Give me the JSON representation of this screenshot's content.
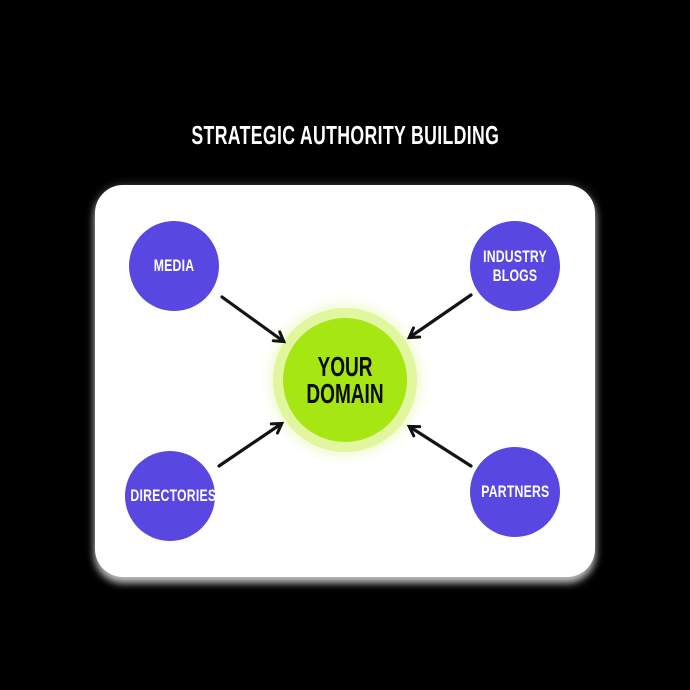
{
  "title": "STRATEGIC AUTHORITY BUILDING",
  "diagram": {
    "center_node": {
      "id": "your-domain",
      "label": "YOUR DOMAIN"
    },
    "nodes": [
      {
        "id": "media",
        "label": "MEDIA",
        "position": "top-left"
      },
      {
        "id": "industry-blogs",
        "label": "INDUSTRY BLOGS",
        "position": "top-right"
      },
      {
        "id": "directories",
        "label": "DIRECTORIES",
        "position": "bottom-left"
      },
      {
        "id": "partners",
        "label": "PARTNERS",
        "position": "bottom-right"
      }
    ],
    "edges": [
      {
        "from": "media",
        "to": "your-domain"
      },
      {
        "from": "industry-blogs",
        "to": "your-domain"
      },
      {
        "from": "directories",
        "to": "your-domain"
      },
      {
        "from": "partners",
        "to": "your-domain"
      }
    ],
    "colors": {
      "background": "#000000",
      "card": "#ffffff",
      "node_fill": "#5847e1",
      "node_text": "#ffffff",
      "center_fill": "#a6e613",
      "center_ring": "#e1f69e",
      "center_text": "#0a0a0a",
      "arrow": "#131313",
      "title_text": "#ffffff"
    }
  }
}
